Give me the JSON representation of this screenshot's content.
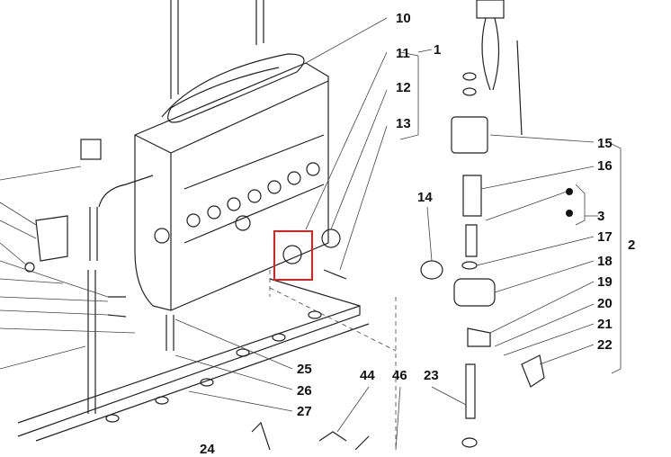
{
  "diagram": {
    "type": "exploded-parts-diagram",
    "highlight_color": "#e0201b",
    "part_labels": [
      "10",
      "11",
      "1",
      "12",
      "13",
      "15",
      "16",
      "14",
      "3",
      "17",
      "2",
      "18",
      "19",
      "20",
      "21",
      "22",
      "25",
      "26",
      "27",
      "44",
      "46",
      "23",
      "24"
    ]
  }
}
